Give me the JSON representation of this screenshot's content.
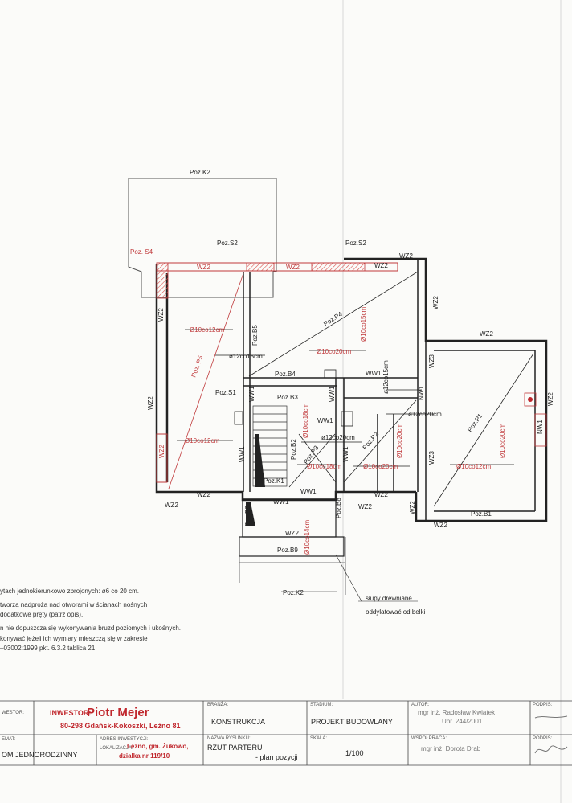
{
  "drawing": {
    "labels": {
      "poz_k2_top": "Poz.K2",
      "poz_s4": "Poz. S4",
      "poz_s2_left": "Poz.S2",
      "poz_s2_right": "Poz.S2",
      "wz2_top_red": "WZ2",
      "wz2_top_red2": "WZ2",
      "wz2_top_black": "WZ2",
      "wz2_top_corner": "WZ2",
      "wz2_right_vertical": "WZ2",
      "wz2_right_wing_top": "WZ2",
      "wz2_far_right": "WZ2",
      "wz2_left_upper": "WZ2",
      "wz2_left_mid": "WZ2",
      "wz2_left_red": "WZ2",
      "wz2_bottom_left": "WZ2",
      "wz2_bottom_left2": "WZ2",
      "wz2_bottom_mid": "WZ2",
      "wz2_bottom_right": "WZ2",
      "wz2_bottom_right2": "WZ2",
      "wz2_lower1": "WZ2",
      "wz2_lower2": "WZ2",
      "wz3_a": "WZ3",
      "wz3_b": "WZ3",
      "ww1_a": "WW1",
      "ww1_b": "WW1",
      "ww1_c": "WW1",
      "ww1_d": "WW1",
      "ww1_e": "WW1",
      "ww1_f": "WW1",
      "ww1_g": "WW1",
      "ww1_h": "WW1",
      "nw1_a": "NW1",
      "nw1_b": "NW1",
      "poz_p4": "Poz.P4",
      "poz_p5": "Poz. P5",
      "poz_p1": "Poz.P1",
      "poz_p2": "Poz.P2",
      "poz_p3": "Poz.P3",
      "poz_b5": "Poz.B5",
      "poz_b4": "Poz.B4",
      "poz_b3": "Poz.B3",
      "poz_b2": "Poz.B2",
      "poz_b1": "Poz.B1",
      "poz_b8_left": "Poz.B8",
      "poz_b8_right": "Poz.B8",
      "poz_b9": "Poz.B9",
      "poz_s1": "Poz.S1",
      "poz_k1": "Poz.K1",
      "poz_k2_bottom": "Poz.K2",
      "rebar_1": "Ø10co12cm",
      "rebar_2": "ø12co15cm",
      "rebar_3": "Ø10co20cm",
      "rebar_4": "Ø10co15cm",
      "rebar_5": "ø12co15cm",
      "rebar_6": "Ø10co12cm",
      "rebar_7": "ø12co20cm",
      "rebar_8": "ø12co20cm",
      "rebar_9": "Ø10co18cm",
      "rebar_10": "Ø10co18cm",
      "rebar_11": "Ø10co20cm",
      "rebar_12": "Ø10co20cm",
      "rebar_13": "Ø10co12cm",
      "rebar_14": "Ø10co20cm",
      "rebar_15": "Ø10co14cm",
      "columns_note_1": "słupy drewniane",
      "columns_note_2": "oddylatować od belki"
    },
    "notes": [
      "ytach jednokierunkowo zbrojonych: ø6 co 20 cm.",
      "tworzą nadproża nad otworami w ścianach nośnych",
      "dodatkowe pręty (patrz opis).",
      "n nie dopuszcza się wykonywania bruzd poziomych i ukośnych.",
      "konywać jeżeli ich wymiary mieszczą się w zakresie",
      "–03002:1999 pkt. 6.3.2 tablica 21."
    ]
  },
  "title_block": {
    "inwestor_caption": "WESTOR:",
    "inwestor_label": "INWESTOR:",
    "inwestor_name": "Piotr Mejer",
    "inwestor_address": "80-298 Gdańsk-Kokoszki, Leżno 81",
    "branza_caption": "BRANŻA:",
    "branza_value": "KONSTRUKCJA",
    "stadium_caption": "STADIUM:",
    "stadium_value": "PROJEKT BUDOWLANY",
    "autor_caption": "AUTOR:",
    "autor_value": "mgr inż. Radosław Kwiatek",
    "autor_license": "Upr. 244/2001",
    "podpis_caption_1": "PODPIS:",
    "temat_caption": "EMAT:",
    "temat_value": "OM JEDNORODZINNY",
    "adres_caption": "ADRES INWESTYCJI:",
    "lokalizacja_caption": "LOKALIZACJA:",
    "adres_value_1": "Leżno, gm. Żukowo,",
    "adres_value_2": "działka nr 119/10",
    "nazwa_caption": "NAZWA RYSUNKU:",
    "nazwa_value_1": "RZUT PARTERU",
    "nazwa_value_2": "- plan pozycji",
    "skala_caption": "SKALA:",
    "skala_value": "1/100",
    "wspolpraca_caption": "WSPÓŁPRACA:",
    "wspolpraca_value": "mgr inż. Dorota Drab",
    "podpis_caption_2": "PODPIS:"
  },
  "colors": {
    "ink": "#222222",
    "red": "#c0393b",
    "hatch": "#d9534f",
    "paper": "#fbfbf9"
  }
}
